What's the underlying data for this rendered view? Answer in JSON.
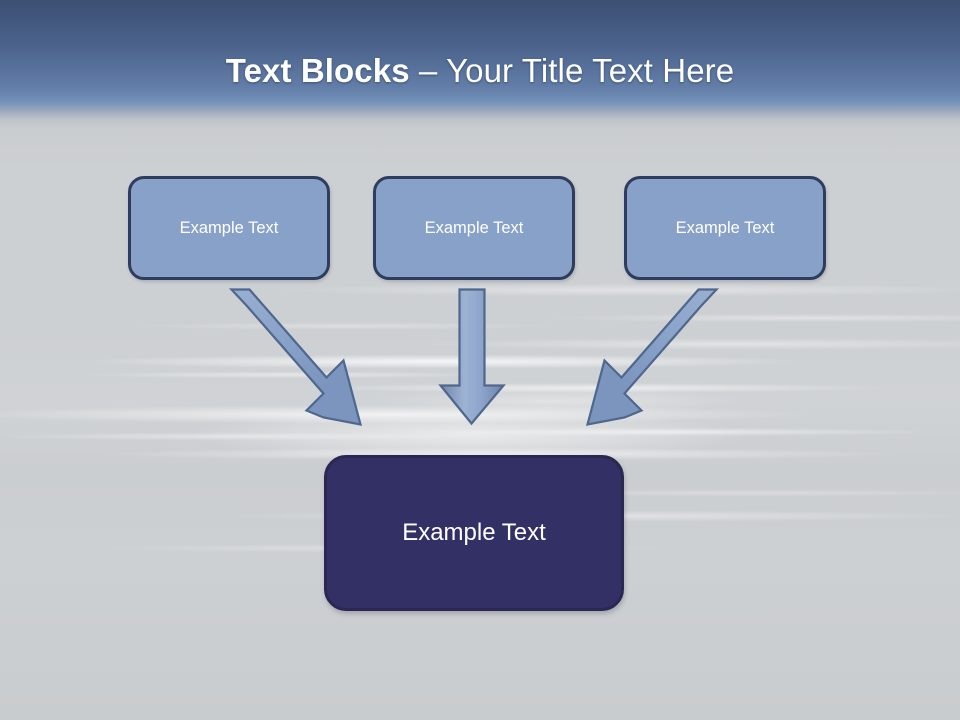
{
  "slide": {
    "title": {
      "strong": "Text Blocks",
      "separator": " – ",
      "rest": "Your Title Text Here"
    },
    "theme": {
      "title_color": "#ffffff",
      "header_gradient_top": "#3c5074",
      "header_gradient_bottom": "#7190b8",
      "body_background": "#cdd0d3",
      "top_block_fill": "#88a1c8",
      "top_block_border": "#2e3d5d",
      "main_block_fill": "#333066",
      "main_block_border": "#2a2752",
      "arrow_fill": "#8aa3c9",
      "arrow_border": "#4f678d"
    },
    "top_blocks": [
      {
        "id": "block-1",
        "label": "Example Text"
      },
      {
        "id": "block-2",
        "label": "Example Text"
      },
      {
        "id": "block-3",
        "label": "Example Text"
      }
    ],
    "main_block": {
      "id": "block-main",
      "label": "Example Text"
    },
    "arrows": [
      {
        "id": "arrow-left",
        "name": "arrow-down-right-icon",
        "direction": "down-right"
      },
      {
        "id": "arrow-center",
        "name": "arrow-down-icon",
        "direction": "down"
      },
      {
        "id": "arrow-right",
        "name": "arrow-down-left-icon",
        "direction": "down-left"
      }
    ]
  }
}
